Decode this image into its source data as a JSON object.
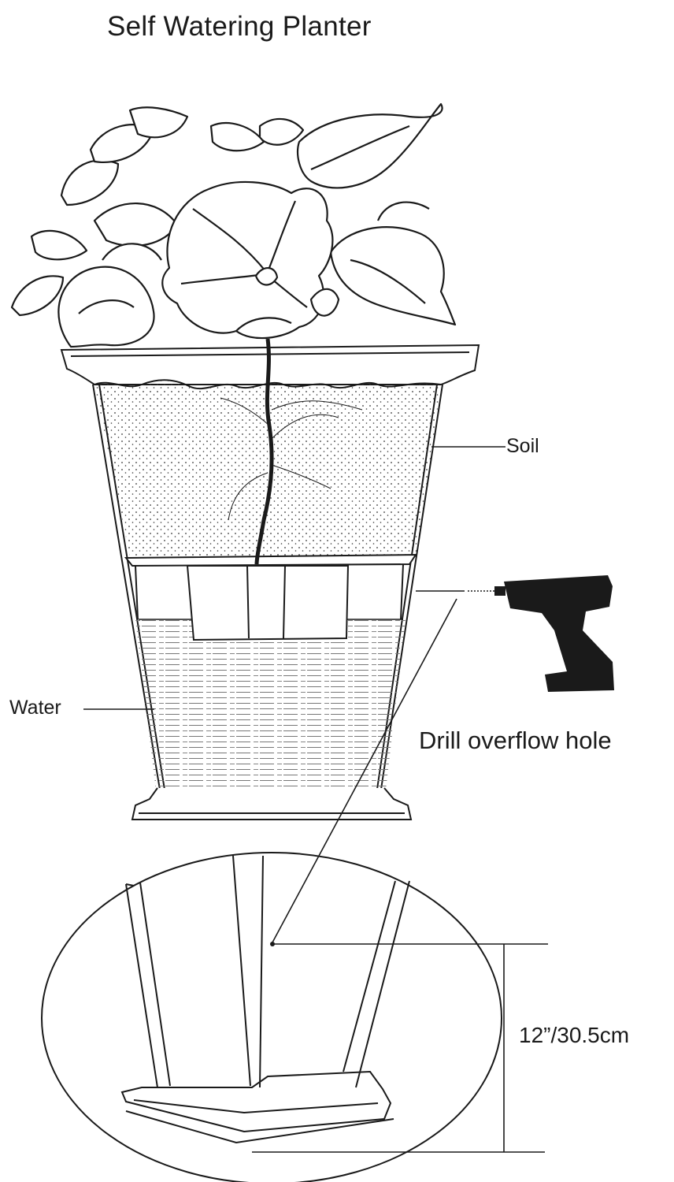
{
  "title": "Self  Watering Planter",
  "labels": {
    "soil": "Soil",
    "water": "Water",
    "drill": "Drill overflow hole",
    "dimension": "12”/30.5cm"
  },
  "icons": [
    "plant-illustration",
    "planter-pot",
    "cordless-drill-icon",
    "magnified-planter-base"
  ],
  "colors": {
    "ink": "#1a1a1a",
    "background": "#ffffff"
  }
}
